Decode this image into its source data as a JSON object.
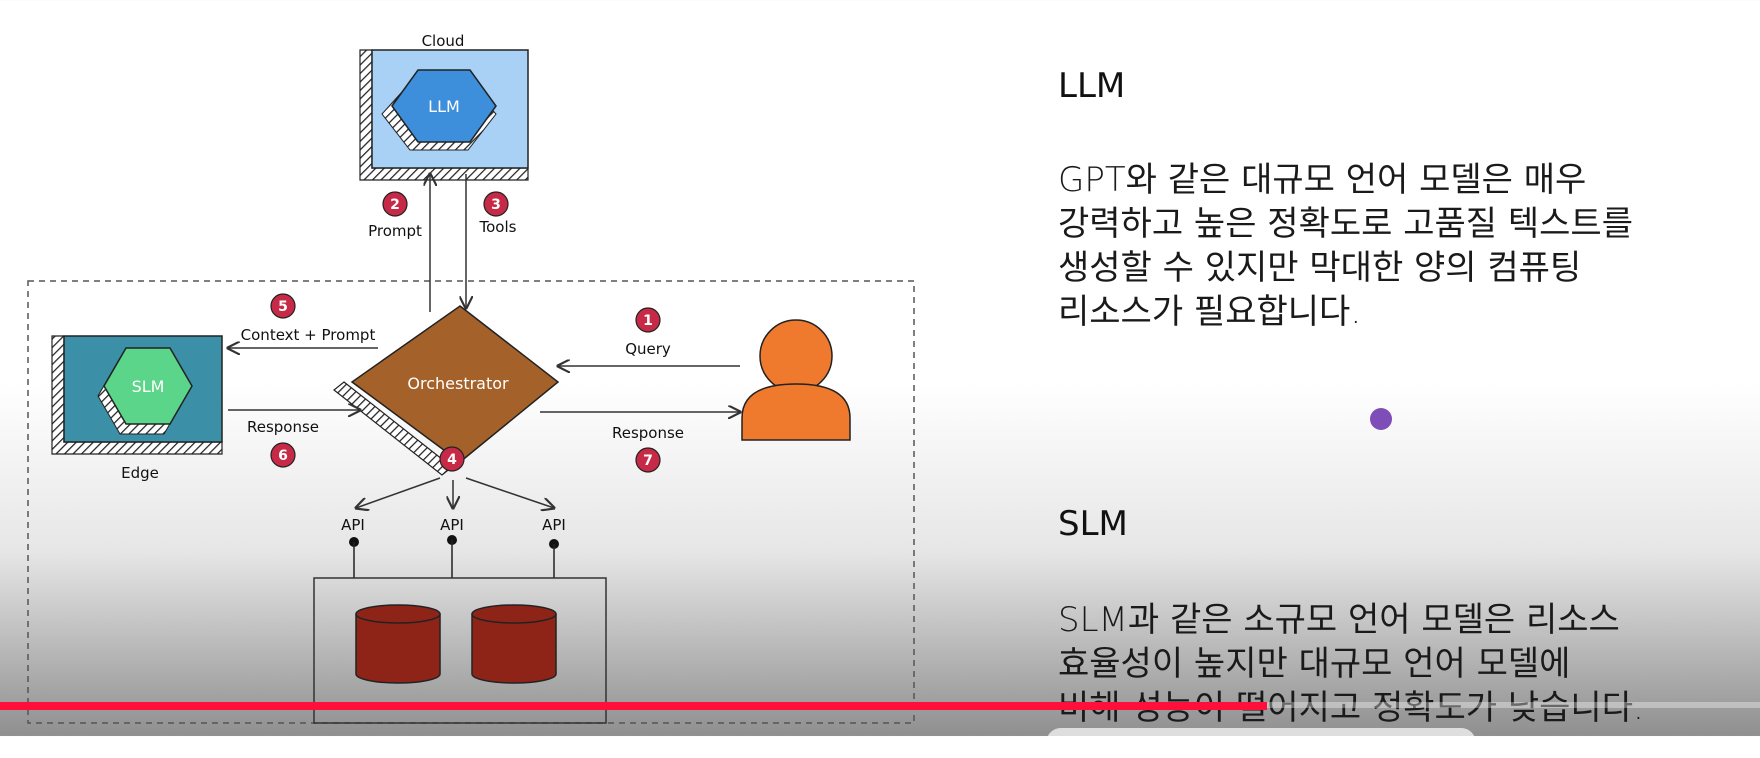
{
  "diagram": {
    "cloud_label": "Cloud",
    "llm_label": "LLM",
    "slm_label": "SLM",
    "edge_label": "Edge",
    "orchestrator_label": "Orchestrator",
    "steps": {
      "s1": {
        "num": "1",
        "label": "Query"
      },
      "s2": {
        "num": "2",
        "label": "Prompt"
      },
      "s3": {
        "num": "3",
        "label": "Tools"
      },
      "s4": {
        "num": "4"
      },
      "s5": {
        "num": "5",
        "label": "Context + Prompt"
      },
      "s6": {
        "num": "6",
        "label": "Response"
      },
      "s7": {
        "num": "7",
        "label": "Response"
      }
    },
    "api_labels": [
      "API",
      "API",
      "API"
    ],
    "colors": {
      "cloud_box": "#a8d1f5",
      "llm_hex": "#3d8fdc",
      "edge_box": "#3b8fa6",
      "slm_hex": "#5bd58a",
      "orchestrator": "#a4622a",
      "user": "#ef7a2e",
      "database": "#8e2418",
      "badge": "#c62a47"
    }
  },
  "llm": {
    "heading": "LLM",
    "body": "GPT와 같은 대규모 언어 모델은 매우\n강력하고 높은 정확도로 고품질 텍스트를\n생성할 수 있지만 막대한 양의 컴퓨팅\n리소스가 필요합니다."
  },
  "slm": {
    "heading": "SLM",
    "body": "SLM과 같은 소규모 언어 모델은 리소스\n효율성이 높지만 대규모 언어 모델에\n비해 성능이 떨어지고 정확도가 낮습니다."
  },
  "player": {
    "progress": 0.72,
    "accent": "#ff0f3a"
  }
}
